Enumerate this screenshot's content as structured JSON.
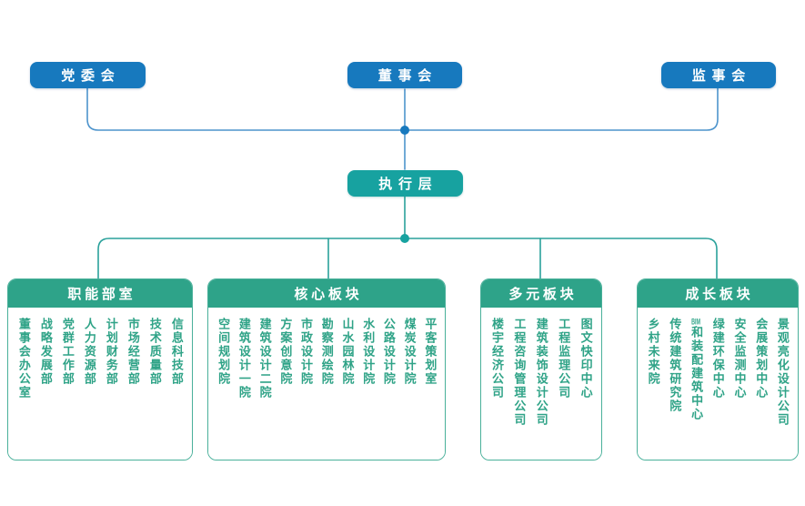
{
  "top_boxes": [
    {
      "label": "党委会"
    },
    {
      "label": "董事会"
    },
    {
      "label": "监事会"
    }
  ],
  "executive": {
    "label": "执行层"
  },
  "panels": [
    {
      "title": "职能部室",
      "items": [
        "董事会办公室",
        "战略发展部",
        "党群工作部",
        "人力资源部",
        "计划财务部",
        "市场经营部",
        "技术质量部",
        "信息科技部"
      ]
    },
    {
      "title": "核心板块",
      "items": [
        "空间规划院",
        "建筑设计一院",
        "建筑设计二院",
        "方案创意院",
        "市政设计院",
        "勘察测绘院",
        "山水园林院",
        "水利设计院",
        "公路设计院",
        "煤炭设计院",
        "平客策划室"
      ]
    },
    {
      "title": "多元板块",
      "items": [
        "楼宇经济公司",
        "工程咨询管理公司",
        "建筑装饰设计公司",
        "工程监理公司",
        "图文快印中心"
      ]
    },
    {
      "title": "成长板块",
      "items": [
        "乡村未来院",
        "传统建筑研究院",
        "BIM和装配建筑中心",
        "绿建环保中心",
        "安全监测中心",
        "会展策划中心",
        "景观亮化设计公司"
      ]
    }
  ],
  "colors": {
    "blue": "#1779BE",
    "blue_line": "#4D94CC",
    "teal": "#17A2A0",
    "teal_line": "#2AA19B",
    "green_header": "#2EA389",
    "green_border": "#49B09A",
    "green_text": "#2FA387"
  }
}
